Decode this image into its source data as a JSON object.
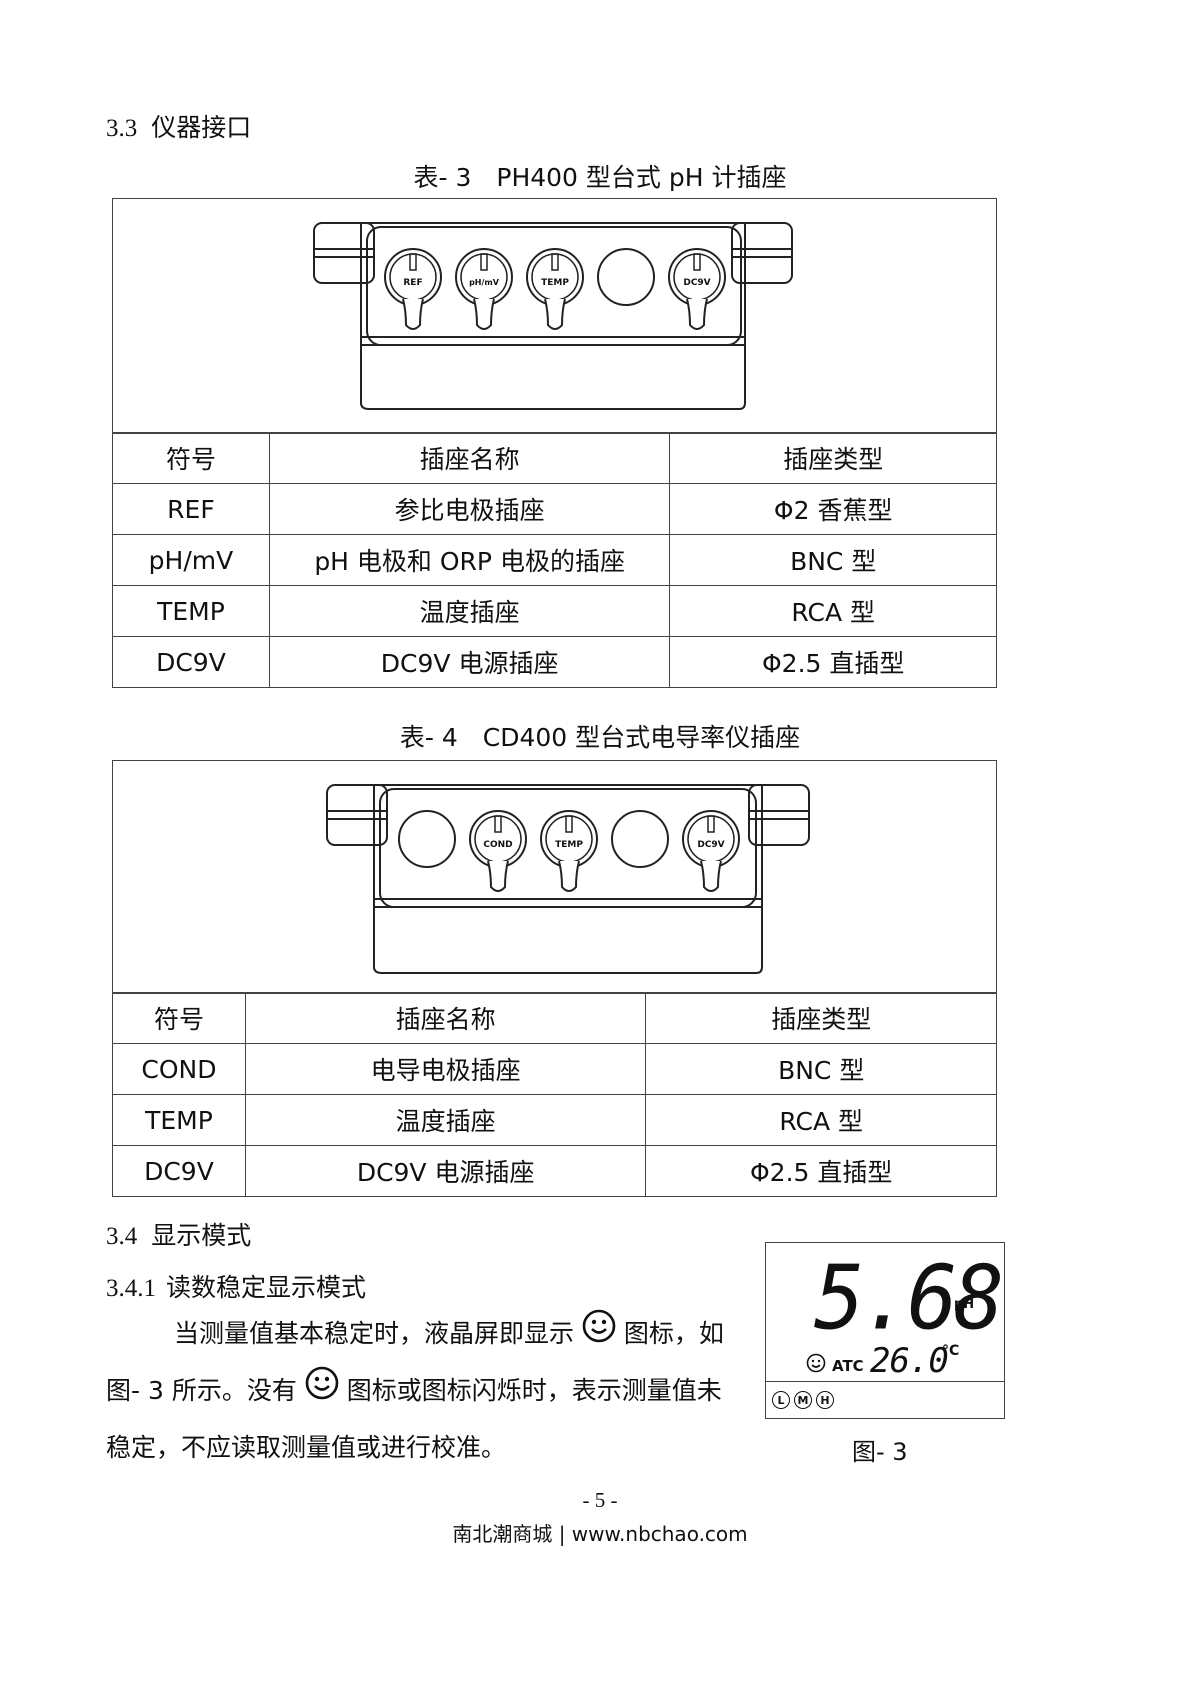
{
  "section_33": {
    "number": "3.3",
    "title": "仪器接口"
  },
  "table3": {
    "caption": "表- 3　PH400 型台式 pH 计插座",
    "sockets": [
      "REF",
      "pH/mV",
      "TEMP",
      "",
      "DC9V"
    ],
    "headers": [
      "符号",
      "插座名称",
      "插座类型"
    ],
    "rows": [
      [
        "REF",
        "参比电极插座",
        "Φ2 香蕉型"
      ],
      [
        "pH/mV",
        "pH 电极和 ORP 电极的插座",
        "BNC 型"
      ],
      [
        "TEMP",
        "温度插座",
        "RCA 型"
      ],
      [
        "DC9V",
        "DC9V 电源插座",
        "Φ2.5 直插型"
      ]
    ]
  },
  "table4": {
    "caption": "表- 4　CD400 型台式电导率仪插座",
    "sockets": [
      "",
      "COND",
      "TEMP",
      "",
      "DC9V"
    ],
    "headers": [
      "符号",
      "插座名称",
      "插座类型"
    ],
    "rows": [
      [
        "COND",
        "电导电极插座",
        "BNC 型"
      ],
      [
        "TEMP",
        "温度插座",
        "RCA 型"
      ],
      [
        "DC9V",
        "DC9V 电源插座",
        "Φ2.5 直插型"
      ]
    ]
  },
  "section_34": {
    "number": "3.4",
    "title": "显示模式"
  },
  "section_341": {
    "number": "3.4.1",
    "title": "读数稳定显示模式"
  },
  "paragraph": {
    "line1_a": "当测量值基本稳定时，液晶屏即显示",
    "line1_b": "图标，如",
    "line2_a": "图- 3 所示。没有",
    "line2_b": "图标或图标闪烁时，表示测量值未",
    "line3": "稳定，不应读取测量值或进行校准。"
  },
  "figure3": {
    "reading": "5.68",
    "unit": "pH",
    "atc": "ATC",
    "temperature": "26.0",
    "temp_unit": "°C",
    "indicators": [
      "L",
      "M",
      "H"
    ],
    "caption": "图- 3"
  },
  "page_number": "- 5 -",
  "footer": "南北潮商城 | www.nbchao.com"
}
